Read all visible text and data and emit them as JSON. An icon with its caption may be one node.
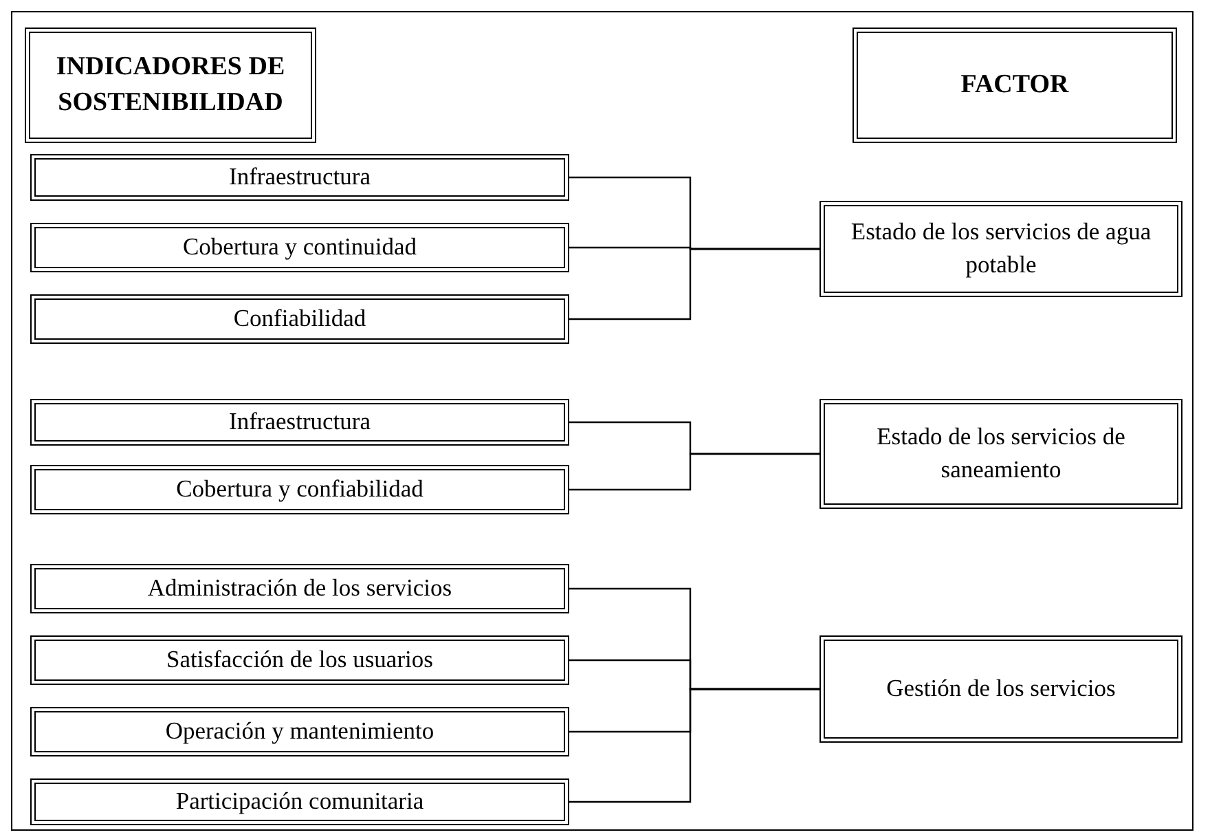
{
  "diagram": {
    "nodes": [
      {
        "text": [
          "INDICADORES DE SOSTENIBILIDAD"
        ]
      },
      {
        "text": [
          "FACTOR"
        ]
      },
      {
        "text": [
          "Infraestructura"
        ]
      },
      {
        "text": [
          "Cobertura y continuidad"
        ]
      },
      {
        "text": [
          "Confiabilidad"
        ]
      },
      {
        "text": [
          "Estado de los servicios de agua potable"
        ]
      },
      {
        "text": [
          "Infraestructura"
        ]
      },
      {
        "text": [
          "Cobertura y confiabilidad"
        ]
      },
      {
        "text": [
          "Estado de los servicios de saneamiento"
        ]
      },
      {
        "text": [
          "Administración de los servicios"
        ]
      },
      {
        "text": [
          "Satisfacción de los usuarios"
        ]
      },
      {
        "text": [
          "Operación y mantenimiento"
        ]
      },
      {
        "text": [
          "Participación comunitaria"
        ]
      },
      {
        "text": [
          "Gestión de los servicios"
        ]
      }
    ],
    "edges": [
      {
        "from": 2,
        "to": 5,
        "arrow": "none"
      },
      {
        "from": 3,
        "to": 5,
        "arrow": "none"
      },
      {
        "from": 4,
        "to": 5,
        "arrow": "none"
      },
      {
        "from": 6,
        "to": 8,
        "arrow": "none"
      },
      {
        "from": 7,
        "to": 8,
        "arrow": "none"
      },
      {
        "from": 9,
        "to": 13,
        "arrow": "none"
      },
      {
        "from": 10,
        "to": 13,
        "arrow": "none"
      },
      {
        "from": 11,
        "to": 13,
        "arrow": "none"
      },
      {
        "from": 12,
        "to": 13,
        "arrow": "none"
      }
    ]
  }
}
